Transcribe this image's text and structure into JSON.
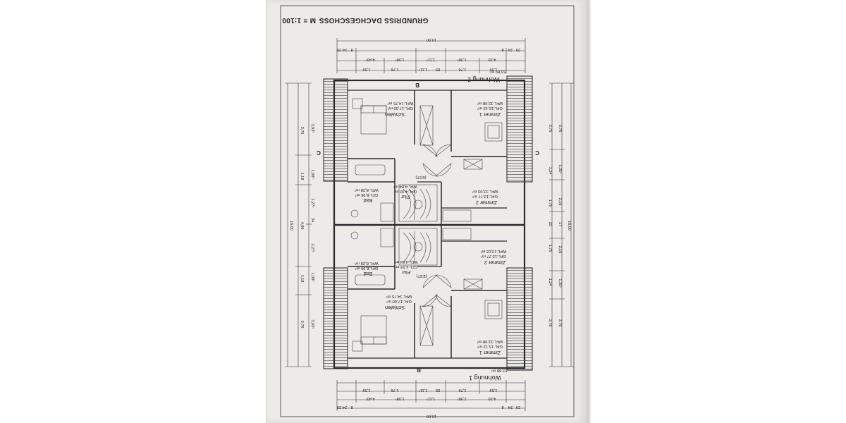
{
  "drawing": {
    "title": "GRUNDRISS DACHGESCHOSS",
    "scale": "M = 1:100"
  },
  "units": [
    {
      "name": "Wohnung 1",
      "area": "53,88 m²"
    },
    {
      "name": "Wohnung 2",
      "area": "53,89 m²"
    }
  ],
  "rooms_w1": {
    "zimmer1": {
      "name": "Zimmer 1",
      "gfl": "GFL:15,12 m²",
      "wfl": "WFL:12,98 m²"
    },
    "zimmer2": {
      "name": "Zimmer 2",
      "gfl": "GFL:13,77 m²",
      "wfl": "WFL:13,03 m²"
    },
    "schlafen": {
      "name": "Schlafen",
      "gfl": "GFL:17,00 m²",
      "wfl": "WFL:14,75 m²"
    },
    "flur": {
      "name": "Flur",
      "gfl": "GFL:4,93 m²",
      "wfl": "WFL:4,84 m²"
    },
    "bad": {
      "name": "Bad",
      "gfl": "GFL:8,96 m²",
      "wfl": "WFL:8,28 m²"
    },
    "est": "(EST)"
  },
  "rooms_w2": {
    "zimmer1": {
      "name": "Zimmer 1",
      "gfl": "GFL:15,12 m²",
      "wfl": "WFL:12,98 m²"
    },
    "zimmer2": {
      "name": "Zimmer 2",
      "gfl": "GFL:13,77 m²",
      "wfl": "WFL:13,03 m²"
    },
    "schlafen": {
      "name": "Schlafen",
      "gfl": "GFL:17,00 m²",
      "wfl": "WFL:14,75 m²"
    },
    "flur": {
      "name": "Flur",
      "gfl": "GFL:4,93 m²",
      "wfl": "WFL:4,84 m²"
    },
    "bad": {
      "name": "Bad",
      "gfl": "GFL:8,96 m²",
      "wfl": "WFL:8,28 m²"
    },
    "est": "(EST)"
  },
  "sections": {
    "b": "B",
    "c": "C"
  },
  "dims_top": {
    "row1": [
      "29",
      "24",
      "8",
      "8",
      "24",
      "29"
    ],
    "row2": [
      "1,59",
      "1,76",
      "85",
      "1,11⁵",
      "1,76",
      "1,59"
    ],
    "row3": [
      "4,20",
      "1,38⁵",
      "1,11⁵",
      "1,38⁵",
      "4,40⁵"
    ],
    "total": "10,00"
  },
  "dims_bottom": {
    "row1": [
      "29",
      "24",
      "8",
      "8",
      "24",
      "29"
    ],
    "row2": [
      "1,59",
      "1,76",
      "85",
      "1,11⁵",
      "1,76",
      "1,59"
    ],
    "row3": [
      "4,20",
      "1,38⁵",
      "1,11⁵",
      "1,38⁵",
      "4,40⁵"
    ],
    "total": "10,00"
  },
  "dims_left": {
    "outer": [
      "3,76",
      "1,18",
      "4,66",
      "1,18",
      "3,76"
    ],
    "mid": [
      "3,93⁵",
      "1,08⁵",
      "2,27⁵",
      "34",
      "2,27⁵",
      "1,08⁵",
      "3,93⁵"
    ],
    "total": "16,00"
  },
  "dims_right": {
    "outer": [
      "3,76",
      "1,24",
      "1,76",
      "25",
      "1,76",
      "1,24",
      "3,76"
    ],
    "mid": [
      "3,76",
      "1,35⁵",
      "2,16",
      "17",
      "2,16",
      "1,35⁵",
      "3,76"
    ],
    "total": "16,00"
  }
}
